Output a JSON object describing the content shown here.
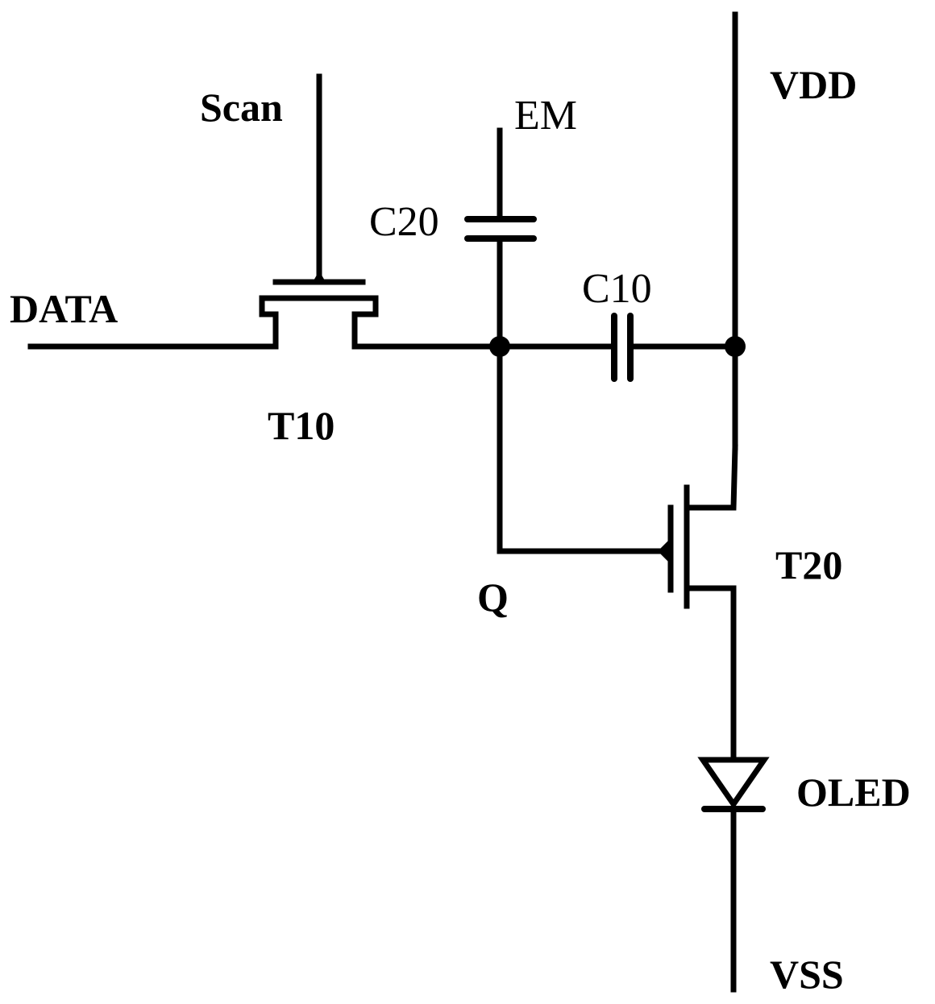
{
  "labels": {
    "scan": "Scan",
    "em": "EM",
    "vdd": "VDD",
    "c20": "C20",
    "c10": "C10",
    "data": "DATA",
    "t10": "T10",
    "t20": "T20",
    "q": "Q",
    "oled": "OLED",
    "vss": "VSS"
  },
  "components": [
    {
      "id": "T10",
      "kind": "transistor"
    },
    {
      "id": "T20",
      "kind": "transistor"
    },
    {
      "id": "C10",
      "kind": "capacitor"
    },
    {
      "id": "C20",
      "kind": "capacitor"
    },
    {
      "id": "OLED",
      "kind": "diode"
    }
  ],
  "nets": [
    "DATA",
    "Scan",
    "EM",
    "VDD",
    "VSS",
    "Q"
  ]
}
